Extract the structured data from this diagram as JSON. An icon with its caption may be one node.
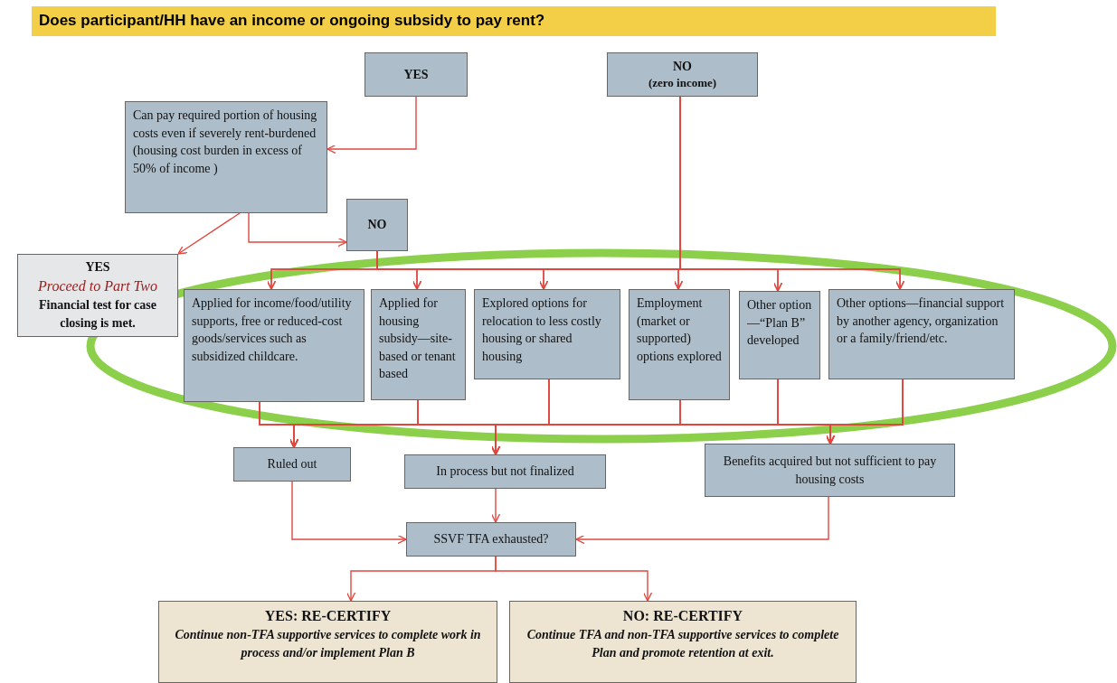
{
  "diagram": {
    "title": "Does participant/HH have an income or ongoing subsidy to pay rent?",
    "nodes": [
      {
        "text": [
          "YES"
        ]
      },
      {
        "text": [
          "NO",
          "(zero income)"
        ]
      },
      {
        "text": [
          "Can pay required portion of housing costs even if severely rent-burdened (housing cost burden in excess of 50% of income )"
        ]
      },
      {
        "text": [
          "NO"
        ]
      },
      {
        "text": [
          "YES",
          "Proceed to Part Two",
          "Financial test for case closing is met."
        ]
      },
      {
        "text": [],
        "shape": "ellipse"
      },
      {
        "text": [
          "Applied for income/food/utility supports, free or reduced-cost goods/services such as subsidized childcare."
        ],
        "in": 5
      },
      {
        "text": [
          "Applied for housing subsidy—site-based or tenant based"
        ],
        "in": 5
      },
      {
        "text": [
          "Explored options for relocation to less costly housing or shared housing"
        ],
        "in": 5
      },
      {
        "text": [
          "Employment (market or supported) options explored"
        ],
        "in": 5
      },
      {
        "text": [
          "Other option—“Plan B” developed"
        ],
        "in": 5
      },
      {
        "text": [
          "Other options—financial support by another agency, organization or a family/friend/etc."
        ],
        "in": 5
      },
      {
        "text": [
          "Ruled out"
        ]
      },
      {
        "text": [
          "In process but not finalized"
        ]
      },
      {
        "text": [
          "Benefits acquired but not sufficient to pay housing costs"
        ]
      },
      {
        "text": [
          "SSVF TFA exhausted?"
        ]
      },
      {
        "text": [
          "YES: RE-CERTIFY",
          "Continue non-TFA supportive services to complete work in process and/or implement Plan B"
        ]
      },
      {
        "text": [
          "NO: RE-CERTIFY",
          "Continue TFA and non-TFA supportive services to complete Plan and promote retention at exit."
        ]
      }
    ],
    "edges": [
      {
        "from": 0,
        "to": 2,
        "arrow": "to"
      },
      {
        "from": 2,
        "to": 4,
        "arrow": "to"
      },
      {
        "from": 2,
        "to": 3,
        "arrow": "to"
      },
      {
        "from": 3,
        "to": 6,
        "arrow": "to"
      },
      {
        "from": 3,
        "to": 7,
        "arrow": "to"
      },
      {
        "from": 3,
        "to": 8,
        "arrow": "to"
      },
      {
        "from": 3,
        "to": 9,
        "arrow": "to"
      },
      {
        "from": 3,
        "to": 10,
        "arrow": "to"
      },
      {
        "from": 3,
        "to": 11,
        "arrow": "to"
      },
      {
        "from": 1,
        "to": 6,
        "arrow": "to"
      },
      {
        "from": 1,
        "to": 7,
        "arrow": "to"
      },
      {
        "from": 1,
        "to": 8,
        "arrow": "to"
      },
      {
        "from": 1,
        "to": 9,
        "arrow": "to"
      },
      {
        "from": 1,
        "to": 10,
        "arrow": "to"
      },
      {
        "from": 1,
        "to": 11,
        "arrow": "to"
      },
      {
        "from": 6,
        "to": 12,
        "arrow": "to"
      },
      {
        "from": 6,
        "to": 13,
        "arrow": "to"
      },
      {
        "from": 6,
        "to": 14,
        "arrow": "to"
      },
      {
        "from": 7,
        "to": 12,
        "arrow": "to"
      },
      {
        "from": 7,
        "to": 13,
        "arrow": "to"
      },
      {
        "from": 7,
        "to": 14,
        "arrow": "to"
      },
      {
        "from": 8,
        "to": 12,
        "arrow": "to"
      },
      {
        "from": 8,
        "to": 13,
        "arrow": "to"
      },
      {
        "from": 8,
        "to": 14,
        "arrow": "to"
      },
      {
        "from": 9,
        "to": 12,
        "arrow": "to"
      },
      {
        "from": 9,
        "to": 13,
        "arrow": "to"
      },
      {
        "from": 9,
        "to": 14,
        "arrow": "to"
      },
      {
        "from": 10,
        "to": 12,
        "arrow": "to"
      },
      {
        "from": 10,
        "to": 13,
        "arrow": "to"
      },
      {
        "from": 10,
        "to": 14,
        "arrow": "to"
      },
      {
        "from": 11,
        "to": 12,
        "arrow": "to"
      },
      {
        "from": 11,
        "to": 13,
        "arrow": "to"
      },
      {
        "from": 11,
        "to": 14,
        "arrow": "to"
      },
      {
        "from": 12,
        "to": 15,
        "arrow": "to"
      },
      {
        "from": 13,
        "to": 15,
        "arrow": "to"
      },
      {
        "from": 14,
        "to": 15,
        "arrow": "to"
      },
      {
        "from": 15,
        "to": 16,
        "arrow": "to"
      },
      {
        "from": 15,
        "to": 17,
        "arrow": "to"
      }
    ]
  }
}
